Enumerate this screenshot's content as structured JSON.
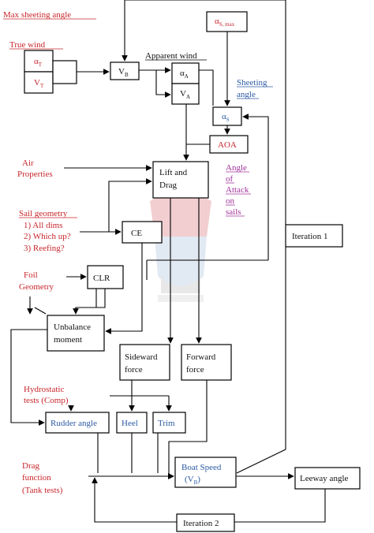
{
  "colors": {
    "red": "#c8262c",
    "blue": "#2b5aa3",
    "purple": "#a0329a",
    "line": "#000000"
  },
  "labels": {
    "max_sheeting_angle": "Max sheeting angle",
    "true_wind": "True wind",
    "alpha_t": "α",
    "alpha_t_sub": "T",
    "v_t": "V",
    "v_t_sub": "T",
    "v_b_top": "V",
    "v_b_top_sub": "B",
    "apparent_wind": "Apparent wind",
    "alpha_a": "α",
    "alpha_a_sub": "A",
    "v_a": "V",
    "v_a_sub": "A",
    "alpha_s_max": "α",
    "alpha_s_max_sub": "S, max",
    "sheeting_angle_1": "Sheeting",
    "sheeting_angle_2": "angle",
    "alpha_s": "α",
    "alpha_s_sub": "S",
    "aoa": "AOA",
    "air_properties_1": "Air",
    "air_properties_2": "Properties",
    "lift_and_drag_1": "Lift and",
    "lift_and_drag_2": "Drag",
    "angle_of_attack_1": "Angle",
    "angle_of_attack_2": "of",
    "angle_of_attack_3": "Attack",
    "angle_of_attack_4": "on",
    "angle_of_attack_5": "sails",
    "sail_geometry_title": "Sail geometry",
    "sail_geometry_1": "1) All dims",
    "sail_geometry_2": "2) Which up?",
    "sail_geometry_3": "3) Reefing?",
    "ce": "CE",
    "iteration_1": "Iteration 1",
    "foil_geometry_1": "Foil",
    "foil_geometry_2": "Geometry",
    "clr": "CLR",
    "unbalance_moment_1": "Unbalance",
    "unbalance_moment_2": "moment",
    "sideward_force_1": "Sideward",
    "sideward_force_2": "force",
    "forward_force_1": "Forward",
    "forward_force_2": "force",
    "hydrostatic_tests_1": "Hydrostatic",
    "hydrostatic_tests_2": "tests (Comp)",
    "rudder_angle": "Rudder angle",
    "heel": "Heel",
    "trim": "Trim",
    "drag_function_1": "Drag",
    "drag_function_2": "function",
    "drag_function_3": "(Tank tests)",
    "boat_speed_1": "Boat Speed",
    "boat_speed_2": "(V",
    "boat_speed_sub": "B",
    "boat_speed_close": ")",
    "leeway_angle": "Leeway angle",
    "iteration_2": "Iteration 2"
  }
}
